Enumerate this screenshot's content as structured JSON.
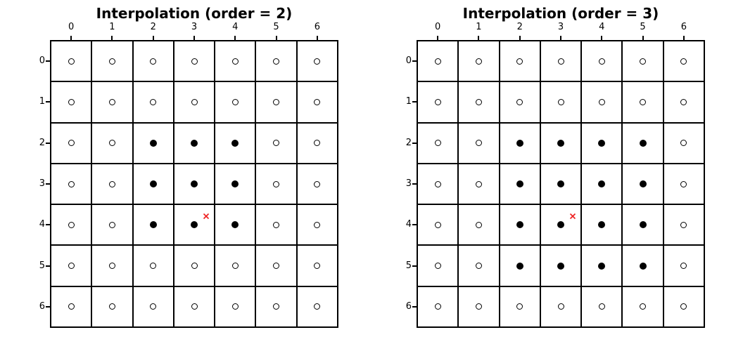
{
  "figure": {
    "background": "#ffffff",
    "line_color": "#000000",
    "text_color": "#000000"
  },
  "chart_data": [
    {
      "type": "scatter",
      "title": "Interpolation (order = 2)",
      "grid_rows": 7,
      "grid_cols": 7,
      "x_axis_position": "top",
      "y_axis_position": "left",
      "x_tick_labels": [
        "0",
        "1",
        "2",
        "3",
        "4",
        "5",
        "6"
      ],
      "y_tick_labels": [
        "0",
        "1",
        "2",
        "3",
        "4",
        "5",
        "6"
      ],
      "xlim": [
        -0.5,
        6.5
      ],
      "ylim": [
        6.5,
        -0.5
      ],
      "y_inverted": true,
      "grid_on": true,
      "open_marker_symbol": "o",
      "filled_marker_symbol": "o-filled",
      "filled_points_xy": [
        [
          2,
          2
        ],
        [
          3,
          2
        ],
        [
          4,
          2
        ],
        [
          2,
          3
        ],
        [
          3,
          3
        ],
        [
          4,
          3
        ],
        [
          2,
          4
        ],
        [
          3,
          4
        ],
        [
          4,
          4
        ]
      ],
      "interp_point": {
        "x": 3.3,
        "y": 3.7,
        "marker": "x",
        "color": "#ee2222"
      }
    },
    {
      "type": "scatter",
      "title": "Interpolation (order = 3)",
      "grid_rows": 7,
      "grid_cols": 7,
      "x_axis_position": "top",
      "y_axis_position": "left",
      "x_tick_labels": [
        "0",
        "1",
        "2",
        "3",
        "4",
        "5",
        "6"
      ],
      "y_tick_labels": [
        "0",
        "1",
        "2",
        "3",
        "4",
        "5",
        "6"
      ],
      "xlim": [
        -0.5,
        6.5
      ],
      "ylim": [
        6.5,
        -0.5
      ],
      "y_inverted": true,
      "grid_on": true,
      "open_marker_symbol": "o",
      "filled_marker_symbol": "o-filled",
      "filled_points_xy": [
        [
          2,
          2
        ],
        [
          3,
          2
        ],
        [
          4,
          2
        ],
        [
          5,
          2
        ],
        [
          2,
          3
        ],
        [
          3,
          3
        ],
        [
          4,
          3
        ],
        [
          5,
          3
        ],
        [
          2,
          4
        ],
        [
          3,
          4
        ],
        [
          4,
          4
        ],
        [
          5,
          4
        ],
        [
          2,
          5
        ],
        [
          3,
          5
        ],
        [
          4,
          5
        ],
        [
          5,
          5
        ]
      ],
      "interp_point": {
        "x": 3.3,
        "y": 3.7,
        "marker": "x",
        "color": "#ee2222"
      }
    }
  ]
}
